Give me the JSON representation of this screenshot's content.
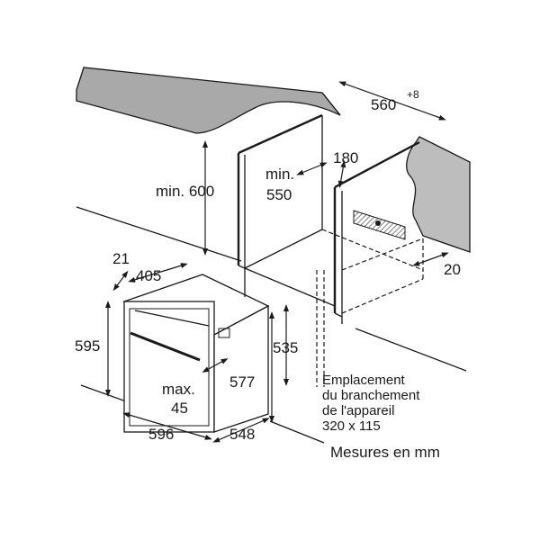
{
  "colors": {
    "line": "#1a1a1a",
    "countertop": "#a9a9a9",
    "wall": "#bdbdbd",
    "socket": "#8a8a8a",
    "background": "#ffffff"
  },
  "dimensions": {
    "cabinet_depth": "560",
    "cabinet_depth_tolerance": "+8",
    "min_height": "min. 600",
    "min_width_prefix": "min.",
    "min_width_value": "550",
    "socket_offset": "180",
    "rear_gap": "20",
    "oven_width_top": "405",
    "oven_front_inset": "21",
    "oven_height": "595",
    "oven_inner_height": "577",
    "oven_side_height": "535",
    "oven_width": "596",
    "oven_depth": "548",
    "max_door_prefix": "max.",
    "max_door_value": "45"
  },
  "notes": {
    "connection_line1": "Emplacement",
    "connection_line2": "du branchement",
    "connection_line3": "de l'appareil",
    "connection_line4": "320 x 115"
  },
  "caption": "Mesures en mm"
}
